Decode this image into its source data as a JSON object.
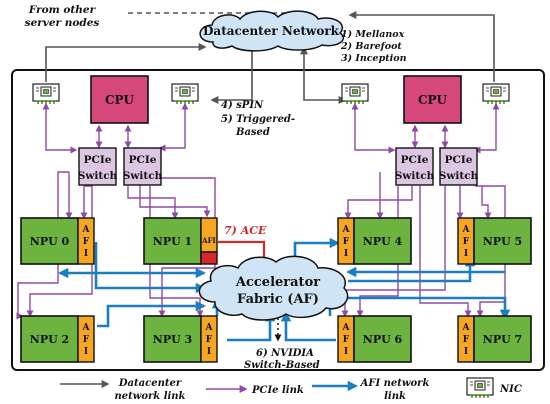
{
  "network": {
    "cloud_label": "Datacenter Network",
    "external_label_line1": "From other",
    "external_label_line2": "server nodes",
    "options_line1": "1) Mellanox",
    "options_line2": "2) Barefoot",
    "options_line3": "3) Inception"
  },
  "node": {
    "cpu_label": "CPU",
    "pcie_switch_line1": "PCIe",
    "pcie_switch_line2": "Switch",
    "afi_letters": [
      "A",
      "F",
      "I"
    ],
    "afi_inline_label": "AFI",
    "fabric_line1": "Accelerator",
    "fabric_line2": "Fabric (AF)",
    "npus": {
      "npu0": "NPU 0",
      "npu1": "NPU 1",
      "npu2": "NPU 2",
      "npu3": "NPU 3",
      "npu4": "NPU 4",
      "npu5": "NPU 5",
      "npu6": "NPU 6",
      "npu7": "NPU 7"
    }
  },
  "annotations": {
    "spin": "4) sPIN",
    "triggered_line1": "5) Triggered-",
    "triggered_line2": "Based",
    "ace": "7) ACE",
    "nvidia_line1": "6) NVIDIA",
    "nvidia_line2": "Switch-Based"
  },
  "legend": {
    "datacenter_line1": "Datacenter",
    "datacenter_line2": "network link",
    "pcie": "PCIe link",
    "afi_line1": "AFI network",
    "afi_line2": "link",
    "nic": "NIC"
  },
  "colors": {
    "npu": "#6cb33f",
    "afi": "#f6a623",
    "cpu": "#d6477b",
    "pcie_switch": "#dcc7e3",
    "cloud": "#cfe4f5",
    "pcie_link": "#8e4aa6",
    "afi_link": "#1a7fc1",
    "ace": "#d62828",
    "datacenter_link": "#555555"
  }
}
